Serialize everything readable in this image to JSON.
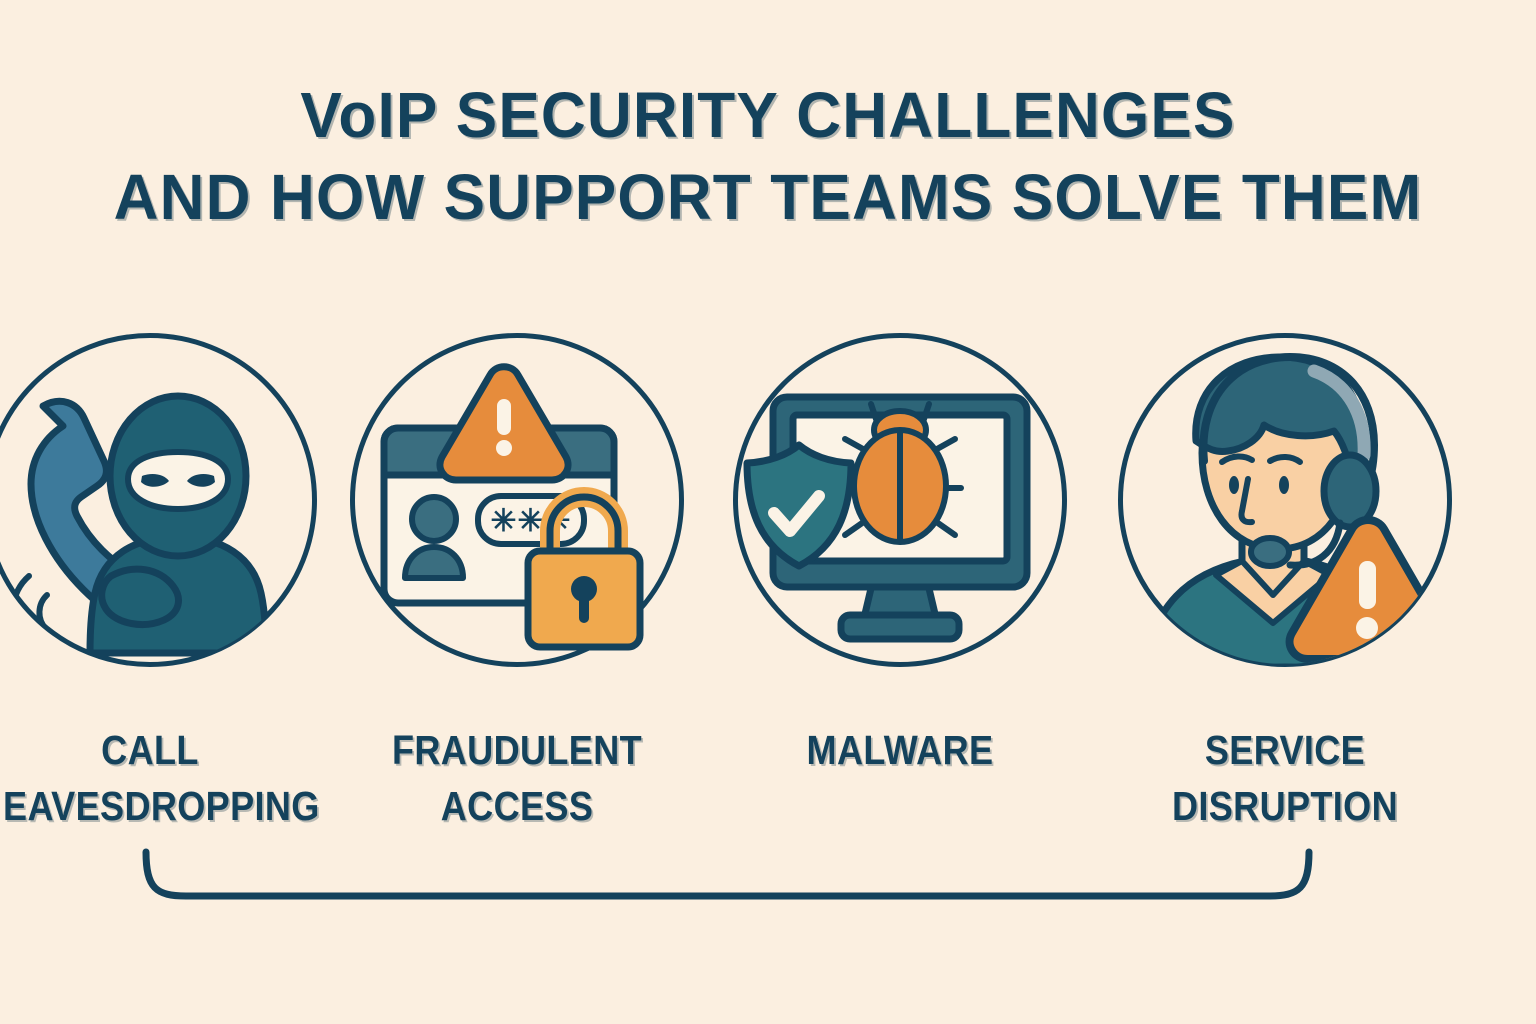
{
  "background_color": "#FBEFE0",
  "accent_colors": {
    "navy": "#14425C",
    "orange": "#E68C3C",
    "amber": "#F0A94E",
    "teal": "#2C7480",
    "steel_blue": "#3D7A9B",
    "dark_teal": "#1F6073",
    "skin": "#F9D0A4",
    "cream": "#FBF3E6"
  },
  "header": {
    "title_line_1": "VoIP SECURITY CHALLENGES",
    "title_line_2": "AND HOW SUPPORT TEAMS SOLVE THEM",
    "title_color": "#14425C"
  },
  "items": [
    {
      "id": "call-eavesdropping",
      "icon_name": "phone-with-masked-thief-icon",
      "label_line_1": "CALL",
      "label_line_2": "EAVESDROPPING"
    },
    {
      "id": "fraudulent-access",
      "icon_name": "login-card-with-padlock-and-warning-icon",
      "label_line_1": "FRAUDULENT",
      "label_line_2": "ACCESS",
      "password_mask": "✳✳✳"
    },
    {
      "id": "malware",
      "icon_name": "monitor-with-bug-and-shield-icon",
      "label_line_1": "MALWARE",
      "label_line_2": ""
    },
    {
      "id": "service-disruption",
      "icon_name": "support-agent-headset-with-warning-icon",
      "label_line_1": "SERVICE",
      "label_line_2": "DISRUPTION"
    }
  ],
  "footer": {
    "bracket_color": "#14425C"
  }
}
